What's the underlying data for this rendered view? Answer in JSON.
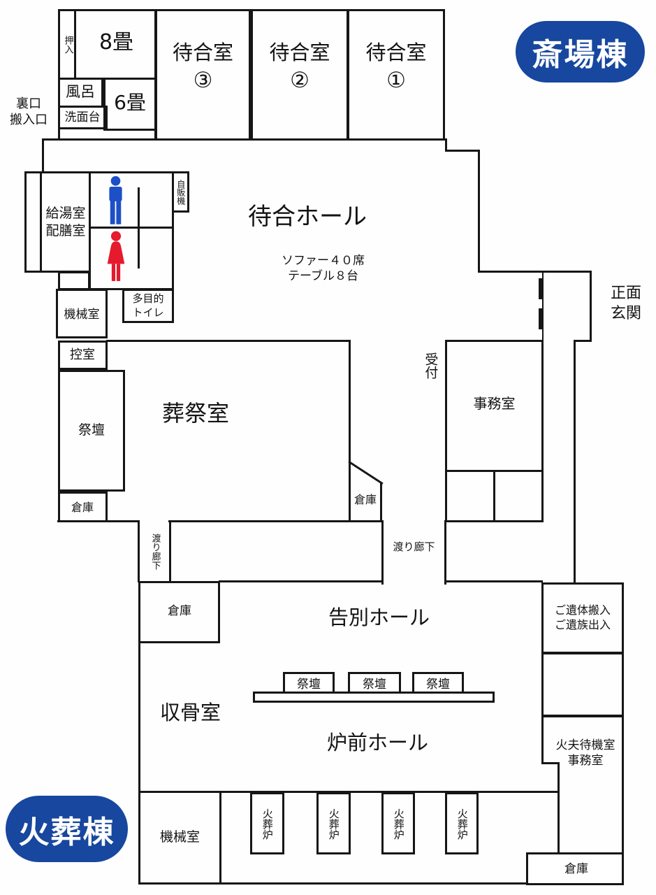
{
  "badges": {
    "saijo": "斎場棟",
    "kaso": "火葬棟"
  },
  "colors": {
    "badge_blue": "#17479e",
    "male_blue": "#1d4fc6",
    "female_red": "#e6192d",
    "wall": "#161616"
  },
  "icons": {
    "male": "male-restroom-pictogram",
    "female": "female-restroom-pictogram"
  },
  "labels": {
    "oshiire": "押入",
    "hachijo": "8畳",
    "furo": "風呂",
    "senmendai": "洗面台",
    "rokujo": "6畳",
    "waiting_room": "待合室",
    "num3": "③",
    "num2": "②",
    "num1": "①",
    "back_entrance": "裏口\n搬入口",
    "kyuto": "給湯室\n配膳室",
    "jihanki": "自販機",
    "machiai_hall": "待合ホール",
    "hall_note": "ソファー４０席\nテーブル８台",
    "tamokuteki": "多目的\nトイレ",
    "kikaishitsu": "機械室",
    "hikaeshitsu": "控室",
    "saidan": "祭壇",
    "sosaishitsu": "葬祭室",
    "soko": "倉庫",
    "uketsuke": "受付",
    "jimushitsu": "事務室",
    "main_entrance": "正面\n玄関",
    "watari_roka": "渡り廊下",
    "kokubetsu_hall": "告別ホール",
    "gotai": "ご遺体搬入\nご遺族出入",
    "shukotsu": "収骨室",
    "rozen_hall": "炉前ホール",
    "kafu": "火夫待機室\n事務室",
    "kasoro": "火葬炉"
  }
}
